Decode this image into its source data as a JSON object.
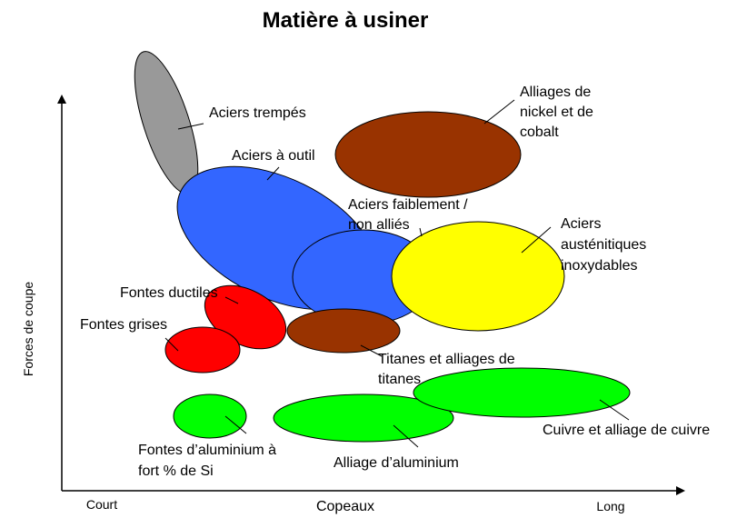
{
  "title": "Matière à usiner",
  "axes": {
    "y_label": "Forces de coupe",
    "x_label": "Copeaux",
    "x_start": "Court",
    "x_end": "Long"
  },
  "colors": {
    "grey": "#999999",
    "blue": "#3366ff",
    "brown": "#993300",
    "yellow": "#ffff00",
    "red": "#ff0000",
    "green": "#00ff00"
  },
  "materials": {
    "aciers_trempes": "Aciers trempés",
    "aciers_outil": "Aciers à outil",
    "nickel_cobalt": [
      "Alliages de",
      "nickel et de",
      "cobalt"
    ],
    "faiblement_allies": [
      "Aciers faiblement /",
      "non alliés"
    ],
    "austenitiques": [
      "Aciers",
      "austénitiques",
      "inoxydables"
    ],
    "fontes_ductiles": "Fontes ductiles",
    "fontes_grises": "Fontes grises",
    "titanes": [
      "Titanes et alliages de",
      "titanes"
    ],
    "fontes_aluminium": [
      "Fontes d’aluminium à",
      "fort % de Si"
    ],
    "alliage_aluminium": "Alliage d’aluminium",
    "cuivre": "Cuivre et alliage de cuivre"
  }
}
